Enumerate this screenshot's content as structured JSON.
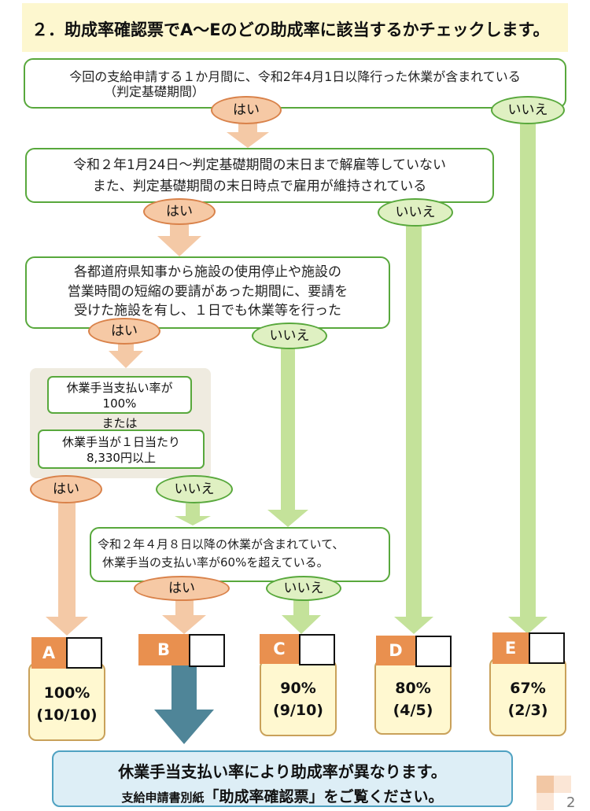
{
  "title": "２．助成率確認票でA～Eのどの助成率に該当するかチェックします。",
  "q1": {
    "line1": "今回の支給申請する１か月間に、令和2年4月1日以降行った休業が含まれている",
    "line2": "（判定基礎期間）"
  },
  "q2": {
    "line1": "令和２年1月24日～判定基礎期間の末日まで解雇等していない",
    "line2": "また、判定基礎期間の末日時点で雇用が維持されている"
  },
  "q3": {
    "line1": "各都道府県知事から施設の使用停止や施設の",
    "line2": "営業時間の短縮の要請があった期間に、要請を",
    "line3": "受けた施設を有し、１日でも休業等を行った"
  },
  "q4": {
    "box1_line1": "休業手当支払い率が",
    "box1_line2": "100%",
    "or_text": "または",
    "box2_line1": "休業手当が１日当たり",
    "box2_line2": "8,330円以上"
  },
  "q5": {
    "line1": "令和２年４月８日以降の休業が含まれていて、",
    "line2": "休業手当の支払い率が60%を超えている。"
  },
  "yes_label": "はい",
  "no_label": "いいえ",
  "results": [
    {
      "label": "A",
      "rate": "100%",
      "fraction": "(10/10)"
    },
    {
      "label": "B"
    },
    {
      "label": "C",
      "rate": "90%",
      "fraction": "(9/10)"
    },
    {
      "label": "D",
      "rate": "80%",
      "fraction": "(4/5)"
    },
    {
      "label": "E",
      "rate": "67%",
      "fraction": "(2/3)"
    }
  ],
  "banner": {
    "line1": "休業手当支払い率により助成率が異なります。",
    "line2_prefix": "支給申請書別紙",
    "line2_main": "「助成率確認票」をご覧ください。"
  },
  "page_number": "2",
  "colors": {
    "green_border": "#58a83c",
    "green_arrow": "#c4e29a",
    "orange_arrow": "#f4c9a6",
    "yes_pill": "#f6c9a5",
    "no_pill": "#dff0c2",
    "result_label": "#e9904f",
    "result_card": "#fff8d0",
    "banner_bg": "#ddeef6",
    "blue_arrow": "#4f8598",
    "title_bg": "#fdf7cf"
  }
}
